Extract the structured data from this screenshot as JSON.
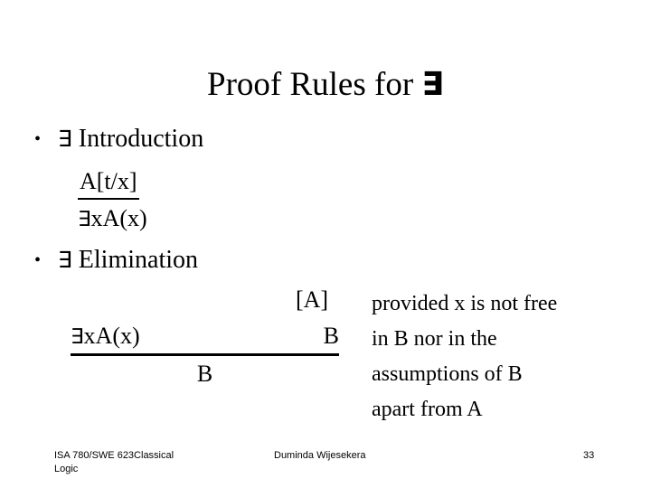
{
  "slide": {
    "title_prefix": "Proof Rules for ",
    "title_symbol": "∃",
    "background_color": "#ffffff",
    "text_color": "#000000"
  },
  "bullets": [
    {
      "marker": "•",
      "symbol": "∃",
      "label": " Introduction"
    },
    {
      "marker": "•",
      "symbol": "∃",
      "label": " Elimination"
    }
  ],
  "intro_rule": {
    "premise": "A[t/x]",
    "conclusion_symbol": "∃",
    "conclusion_rest": "xA(x)"
  },
  "elim_rule": {
    "assumption": "[A]",
    "left_premise_symbol": "∃",
    "left_premise_rest": "xA(x)",
    "right_premise": "B",
    "conclusion": "B"
  },
  "side_note": {
    "lines": [
      "provided x is not free",
      "in B nor in the",
      "assumptions of B",
      "apart from A"
    ]
  },
  "footer": {
    "left_line1": "ISA 780/SWE 623Classical",
    "left_line2": "Logic",
    "center": "Duminda Wijesekera",
    "page_number": "33"
  }
}
